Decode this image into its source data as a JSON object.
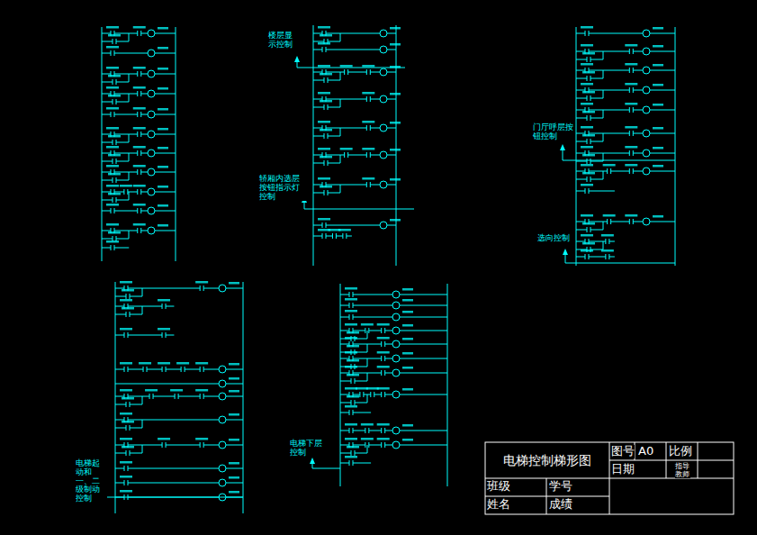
{
  "diagram": {
    "title": "电梯控制梯形图",
    "labels": [
      "楼层显示控制",
      "轿厢内选层按钮指示灯控制",
      "门厅呼层按钮控制",
      "选向控制",
      "电梯起动和一、二级制动控制",
      "电梯下层控制",
      "图号",
      "A0",
      "比例",
      "日期",
      "指导教师",
      "班级",
      "学号",
      "姓名",
      "成绩"
    ]
  }
}
